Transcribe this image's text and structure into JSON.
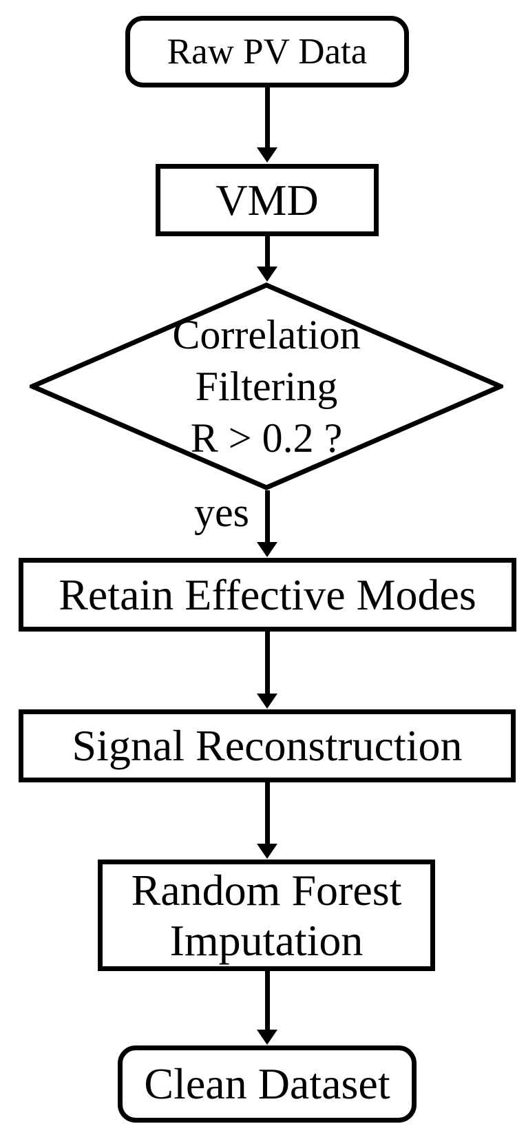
{
  "diagram": {
    "type": "flowchart",
    "direction": "top-to-bottom",
    "colors": {
      "stroke": "#000000",
      "shape_fill": "#ffffff",
      "text": "#000000",
      "background": "#ffffff"
    },
    "nodes": [
      {
        "id": "raw-pv-data",
        "shape": "terminator",
        "lines": [
          "Raw PV Data"
        ]
      },
      {
        "id": "vmd",
        "shape": "process",
        "lines": [
          "VMD"
        ]
      },
      {
        "id": "correlation-filtering",
        "shape": "decision",
        "lines": [
          "Correlation",
          "Filtering",
          "R > 0.2 ?"
        ]
      },
      {
        "id": "retain-effective-modes",
        "shape": "process",
        "lines": [
          "Retain Effective Modes"
        ]
      },
      {
        "id": "signal-reconstruction",
        "shape": "process",
        "lines": [
          "Signal Reconstruction"
        ]
      },
      {
        "id": "random-forest-imputation",
        "shape": "process",
        "lines": [
          "Random Forest",
          "Imputation"
        ]
      },
      {
        "id": "clean-dataset",
        "shape": "terminator",
        "lines": [
          "Clean Dataset"
        ]
      }
    ],
    "edges": [
      {
        "from": "raw-pv-data",
        "to": "vmd",
        "label": ""
      },
      {
        "from": "vmd",
        "to": "correlation-filtering",
        "label": ""
      },
      {
        "from": "correlation-filtering",
        "to": "retain-effective-modes",
        "label": "yes"
      },
      {
        "from": "retain-effective-modes",
        "to": "signal-reconstruction",
        "label": ""
      },
      {
        "from": "signal-reconstruction",
        "to": "random-forest-imputation",
        "label": ""
      },
      {
        "from": "random-forest-imputation",
        "to": "clean-dataset",
        "label": ""
      }
    ]
  }
}
